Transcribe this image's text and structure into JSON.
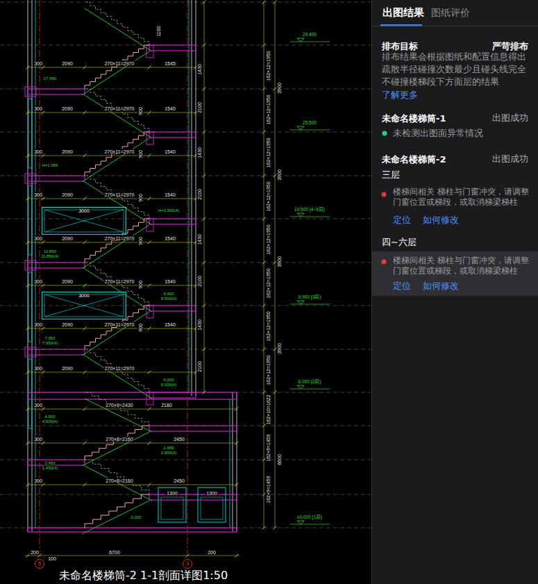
{
  "diagram": {
    "caption": "未命名楼梯筒-2 1-1剖面详图1:50",
    "nodes": [
      {
        "text": [
          "出图结果",
          "图纸评价",
          "排布目标",
          "严苛排布",
          "排布结果会根据图纸和配置信息得出疏散半径碰撞次数最少且碰头线完全不碰撞楼梯段下方面层的结果",
          "了解更多",
          "未命名楼梯筒-1",
          "出图成功",
          "未检测出图面异常情况",
          "未命名楼梯筒-2",
          "出图成功",
          "三层",
          "楼梯间相关 梯柱与门窗冲突，请调整门窗位置或梯段，或取消梯梁梯柱",
          "定位",
          "如何修改",
          "四~六层"
        ]
      },
      {
        "text": [
          "楼梯间相关 梯柱与门窗冲突，请调整门窗位置或梯段，或取消梯梁梯柱",
          "定位",
          "如何修改"
        ],
        "in": 0
      },
      {
        "text": [
          "3000"
        ]
      },
      {
        "text": [
          "3000"
        ]
      },
      {
        "text": [
          "5"
        ]
      },
      {
        "text": [
          "3"
        ]
      }
    ],
    "labels": [
      "300",
      "2090",
      "270×11=2970",
      "1545",
      "300",
      "2090",
      "270×11=2970",
      "1540",
      "300",
      "2090",
      "270×11=2970",
      "1540",
      "300",
      "2090",
      "270×11=2970",
      "1540",
      "300",
      "2090",
      "270×11=2970",
      "1540",
      "300",
      "2090",
      "270×11=2970",
      "1540",
      "300",
      "2090",
      "270×11=2970",
      "1540",
      "300",
      "2090",
      "270×11=2970",
      "1430",
      "2100",
      "1430",
      "2100",
      "1430",
      "2100",
      "1430",
      "2100",
      "300",
      "270×9=2430",
      "2180",
      "300",
      "270×8=2160",
      "2450",
      "300",
      "270×8=2160",
      "2450",
      "1300",
      "1300",
      "900",
      "900",
      "900",
      "900",
      "900",
      "900",
      "1100",
      "162×12=1950",
      "162×12=1950",
      "162×12=1950",
      "162×12=1950",
      "162×12=1950",
      "162×12=1950",
      "162×12=1950",
      "162×12=1950",
      "162×10=1622",
      "162×9=1459",
      "162×9=1459",
      "3900",
      "3900",
      "3900",
      "3900",
      "6600",
      "200",
      "6700",
      "200",
      "100",
      "29.400",
      "25.500",
      "19.500 (4~6层)",
      "9.900 (3层)",
      "6.000 (2层)",
      "±0.000 (1层)",
      "27.450",
      "H=1.950",
      "H=2.500(4)",
      "11.850",
      "11.850(4)",
      "9.900",
      "9.900(4)",
      "7.950",
      "7.950(4)",
      "6.000",
      "6.000(4)",
      "4.500",
      "4.500(4)",
      "2.999",
      "2.999(4)",
      "1.450",
      "1.450(4)",
      "-0.000"
    ]
  }
}
